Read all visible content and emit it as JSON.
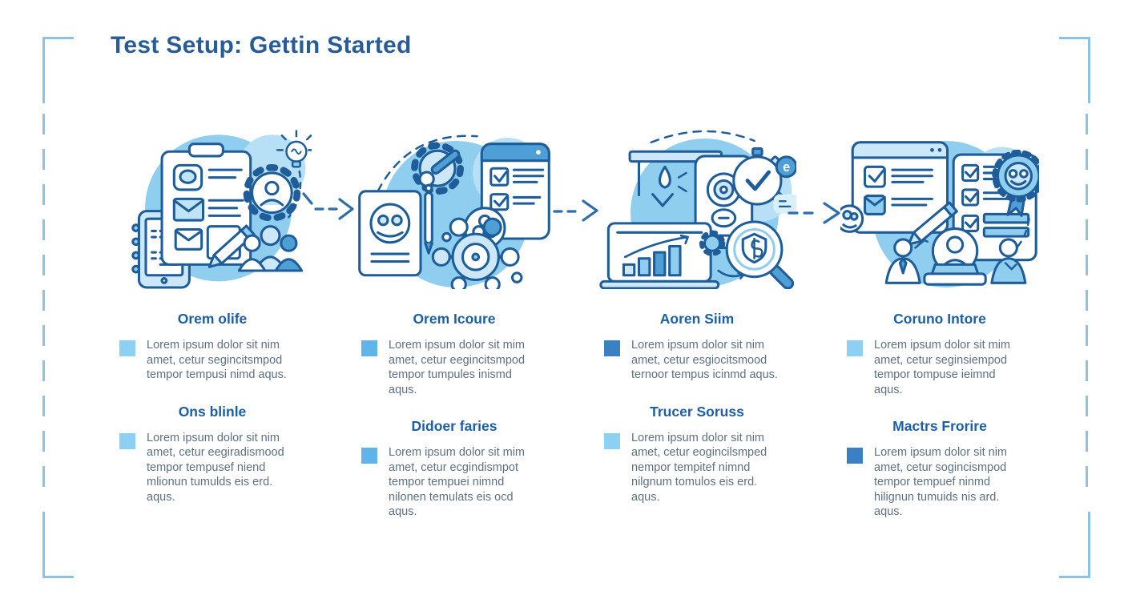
{
  "title": "Test Setup: Gettin Started",
  "frame_color": "#8CC3E2",
  "colors": {
    "title_blue": "#275C97",
    "heading_blue": "#1C5FA6",
    "body_gray": "#5E7080",
    "line_dark_blue": "#1E5D99",
    "mid_blue": "#4E9FD6",
    "light_blue": "#8FCEEF",
    "bullet_light": "#8CD0F3",
    "bullet_medium": "#5FB5E8",
    "bullet_dark": "#3A80C4"
  },
  "columns": [
    {
      "illustration": "setup-tools",
      "icons": [
        "clipboard-checklist-icon",
        "gear-user-icon",
        "lightbulb-icon",
        "team-icon",
        "tablet-notes-icon",
        "pencil-icon"
      ],
      "sections": [
        {
          "heading": "Orem olife",
          "bullet_color": "#8CD0F3",
          "body": "Lorem ipsum dolor sit nim amet, cetur segincitsmpod tempor tempusi nimd aqus."
        },
        {
          "heading": "Ons blinle",
          "bullet_color": "#8CD0F3",
          "body": "Lorem ipsum dolor sit nim amet, cetur eegiradismood tempor tempusef niend mlionun tumulds eis erd. aqus."
        }
      ]
    },
    {
      "illustration": "process-network",
      "icons": [
        "gear-wrench-icon",
        "checklist-phone-icon",
        "clover-badge-icon",
        "id-card-icon",
        "network-hub-icon"
      ],
      "sections": [
        {
          "heading": "Orem Icoure",
          "bullet_color": "#5FB5E8",
          "body": "Lorem ipsum dolor sit mim amet, cetur eegincitsmpod tempor tumpules inismd aqus."
        },
        {
          "heading": "Didoer faries",
          "bullet_color": "#5FB5E8",
          "body": "Lorem ipsum dolor sit mim amet, cetur ecgindismpot tempor tempuei nimnd nilonen temulats eis ocd aqus."
        }
      ]
    },
    {
      "illustration": "analytics-review",
      "icons": [
        "laptop-bar-chart-icon",
        "droplet-banner-icon",
        "camera-phone-icon",
        "stopwatch-check-icon",
        "speech-bubble-icon",
        "magnifier-dollar-icon"
      ],
      "sections": [
        {
          "heading": "Aoren Siim",
          "bullet_color": "#3A80C4",
          "body": "Lorem ipsum dolor sit nim amet, cetur esgiocitsmood ternoor tempus icinmd aqus."
        },
        {
          "heading": "Trucer Soruss",
          "bullet_color": "#8CD0F3",
          "body": "Lorem ipsum dolor sit nim amet, cetur eogincilsmped nempor tempitef nimnd nilgnum tomulos eis erd. aqus."
        }
      ]
    },
    {
      "illustration": "completion-award",
      "icons": [
        "browser-checklist-icon",
        "certificate-award-icon",
        "ribbon-rosette-icon",
        "pencil-icon",
        "presentation-team-icon",
        "user-badge-icon"
      ],
      "sections": [
        {
          "heading": "Coruno Intore",
          "bullet_color": "#8CD0F3",
          "body": "Lorem ipsum dolor sit mim amet, cetur seginsiempod tempor tompuse ieimnd aqus."
        },
        {
          "heading": "Mactrs Frorire",
          "bullet_color": "#3A80C4",
          "body": "Lorem ipsum dolor sit nim amet, cetur sogincismpod tempor tempuef ninmd hilignun tumuids nis ard. aqus."
        }
      ]
    }
  ]
}
